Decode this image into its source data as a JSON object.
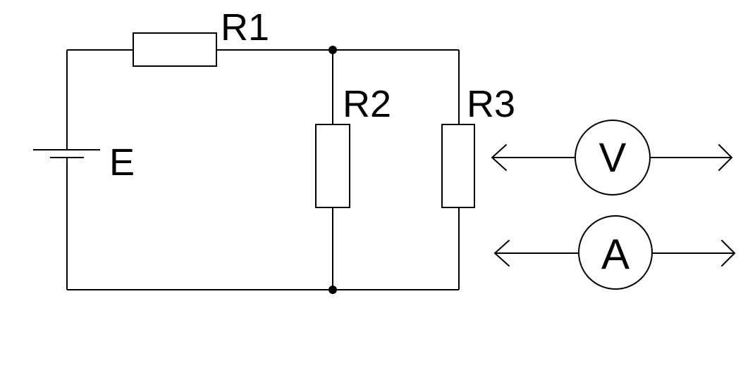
{
  "diagram": {
    "type": "circuit-schematic",
    "line_color": "#000000",
    "background_color": "#ffffff",
    "components": {
      "source": {
        "label": "E",
        "kind": "battery"
      },
      "r1": {
        "label": "R1",
        "kind": "resistor"
      },
      "r2": {
        "label": "R2",
        "kind": "resistor"
      },
      "r3": {
        "label": "R3",
        "kind": "resistor"
      }
    },
    "instruments": {
      "voltmeter": {
        "symbol": "V",
        "kind": "meter"
      },
      "ammeter": {
        "symbol": "A",
        "kind": "meter"
      }
    },
    "junction_count": 2
  }
}
